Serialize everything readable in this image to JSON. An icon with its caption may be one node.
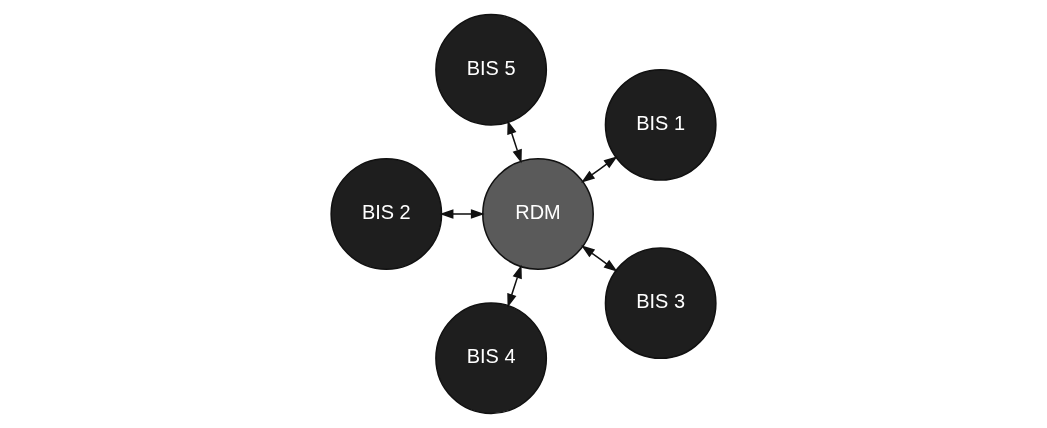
{
  "diagram": {
    "nodes": [
      {
        "text": [
          "BIS 1"
        ]
      },
      {
        "text": [
          "BIS 5"
        ]
      },
      {
        "text": [
          "RDM"
        ]
      },
      {
        "text": [
          "BIS 2"
        ]
      },
      {
        "text": [
          "BIS 4"
        ]
      },
      {
        "text": [
          "BIS 3"
        ]
      }
    ],
    "edges": [
      {
        "from": 2,
        "to": 0,
        "arrow": "both"
      },
      {
        "from": 2,
        "to": 3,
        "arrow": "both"
      },
      {
        "from": 2,
        "to": 5,
        "arrow": "both"
      },
      {
        "from": 2,
        "to": 4,
        "arrow": "both"
      },
      {
        "from": 2,
        "to": 1,
        "arrow": "both"
      }
    ]
  }
}
